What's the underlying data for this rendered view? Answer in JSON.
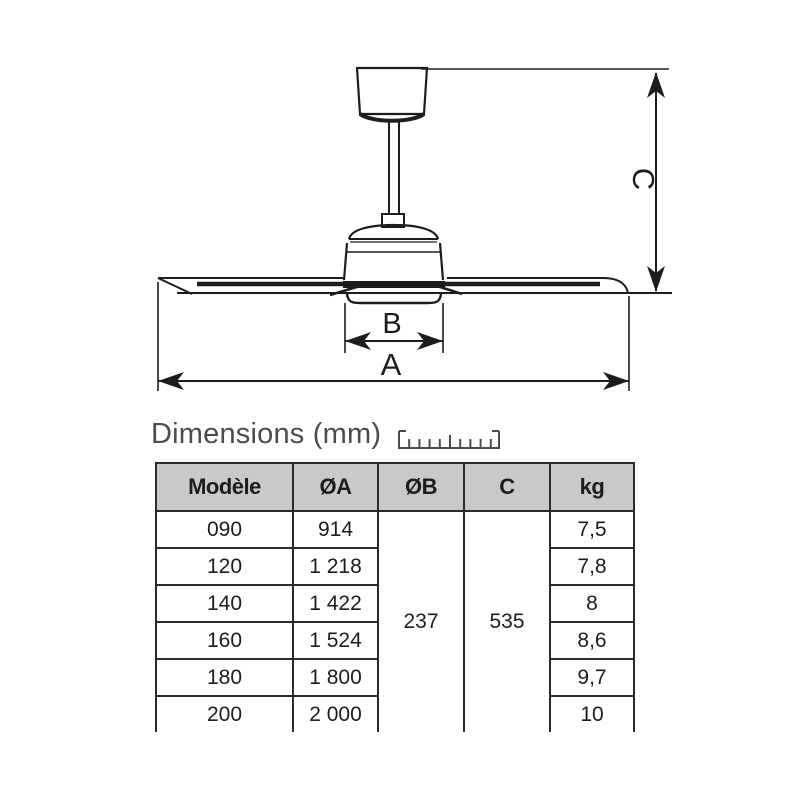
{
  "diagram": {
    "labels": {
      "a": "A",
      "b": "B",
      "c": "C"
    },
    "line_color": "#1d1d1b"
  },
  "section": {
    "title": "Dimensions (mm)",
    "icon": "ruler-icon"
  },
  "table": {
    "headers": [
      "Modèle",
      "ØA",
      "ØB",
      "C",
      "kg"
    ],
    "merged": {
      "ob": "237",
      "c": "535"
    },
    "rows": [
      {
        "model": "090",
        "oa": "914",
        "kg": "7,5"
      },
      {
        "model": "120",
        "oa": "1 218",
        "kg": "7,8"
      },
      {
        "model": "140",
        "oa": "1 422",
        "kg": "8"
      },
      {
        "model": "160",
        "oa": "1 524",
        "kg": "8,6"
      },
      {
        "model": "180",
        "oa": "1 800",
        "kg": "9,7"
      },
      {
        "model": "200",
        "oa": "2 000",
        "kg": "10"
      }
    ]
  },
  "colors": {
    "header_bg": "#c9c9c9",
    "table_border": "#2b2b2b",
    "drawing_line": "#1d1d1b",
    "title_text": "#4c4c4c"
  }
}
